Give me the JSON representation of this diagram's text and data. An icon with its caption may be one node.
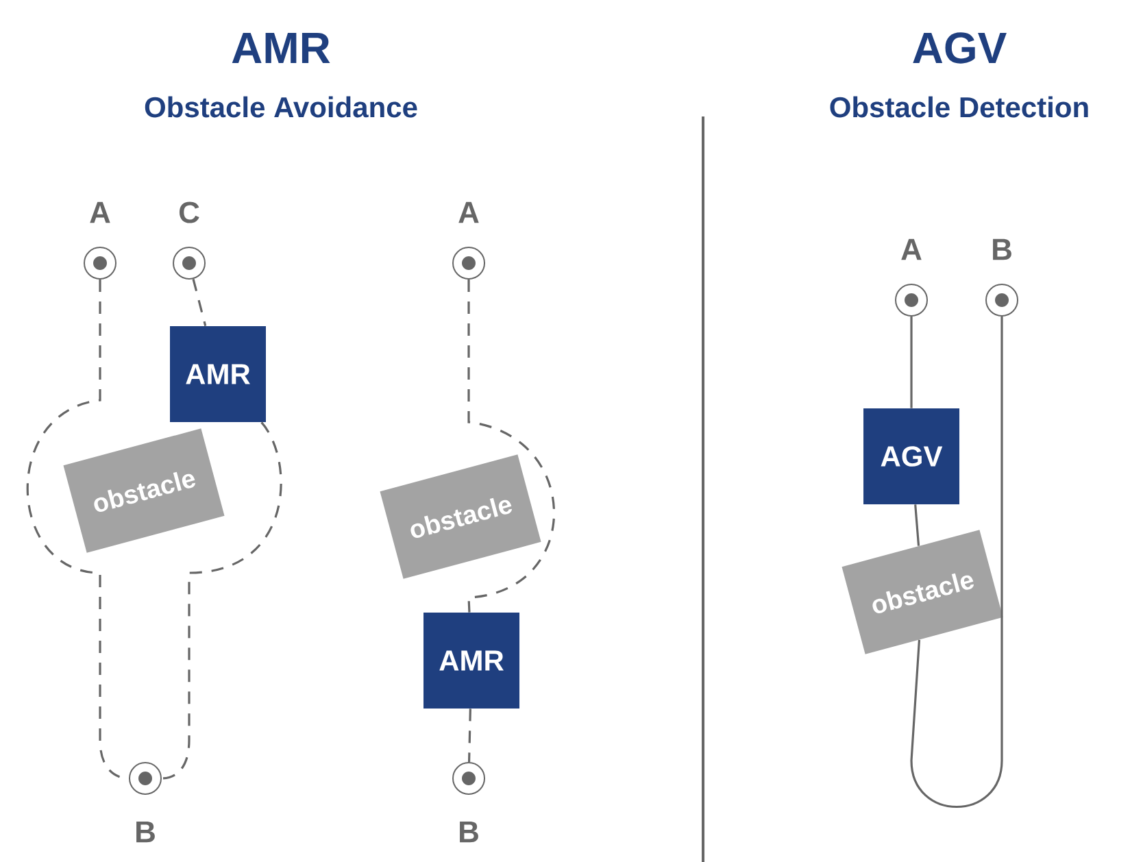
{
  "diagram": {
    "nodes": [
      {
        "text": [
          "A"
        ]
      },
      {
        "text": [
          "C"
        ]
      },
      {
        "text": [
          "AMR"
        ]
      },
      {
        "text": [
          "obstacle"
        ]
      },
      {
        "text": [
          "B"
        ]
      },
      {
        "text": [
          "A"
        ]
      },
      {
        "text": [
          "obstacle"
        ]
      },
      {
        "text": [
          "AMR"
        ]
      },
      {
        "text": [
          "B"
        ]
      },
      {
        "text": [
          "A"
        ]
      },
      {
        "text": [
          "B"
        ]
      },
      {
        "text": [
          "AGV"
        ]
      },
      {
        "text": [
          "obstacle"
        ]
      }
    ],
    "edges": [
      {
        "from": 0,
        "to": 4,
        "arrow": "none",
        "style": "dashed"
      },
      {
        "from": 1,
        "to": 2,
        "arrow": "none",
        "style": "dashed"
      },
      {
        "from": 2,
        "to": 4,
        "arrow": "none",
        "style": "dashed"
      },
      {
        "from": 5,
        "to": 7,
        "arrow": "none",
        "style": "dashed"
      },
      {
        "from": 7,
        "to": 8,
        "arrow": "none",
        "style": "dashed"
      },
      {
        "from": 9,
        "to": 11,
        "arrow": "none"
      },
      {
        "from": 11,
        "to": 12,
        "arrow": "none"
      },
      {
        "from": 12,
        "to": 10,
        "arrow": "none"
      }
    ],
    "labels": [
      "AMR",
      "Obstacle Avoidance",
      "AGV",
      "Obstacle Detection"
    ]
  }
}
